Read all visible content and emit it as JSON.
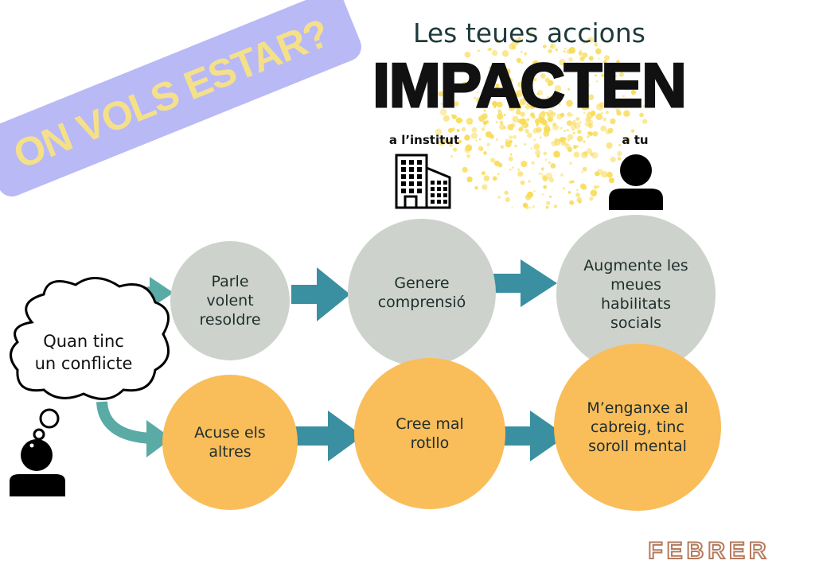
{
  "banner": {
    "text": "ON VOLS ESTAR?"
  },
  "header": {
    "subtitle": "Les teues accions",
    "title": "IMPACTEN"
  },
  "columns": {
    "institute": "a l’institut",
    "you": "a tu"
  },
  "trigger": {
    "text": "Quan tinc\nun conflicte"
  },
  "positive_path": [
    "Parle\nvolent\nresoldre",
    "Genere\ncomprensió",
    "Augmente les\nmeues\nhabilitats\nsocials"
  ],
  "negative_path": [
    "Acuse els\naltres",
    "Cree mal\nrotllo",
    "M’enganxe al\ncabreig,  tinc\nsoroll mental"
  ],
  "brand": "FEBRER",
  "colors": {
    "banner": "#b9b9f6",
    "banner_text": "#f5e08a",
    "gray": "#cdd3cc",
    "orange": "#f9bd5a",
    "arrow": "#3a8fa0",
    "curve": "#5aaaa5",
    "brand": "#b47b5d"
  }
}
